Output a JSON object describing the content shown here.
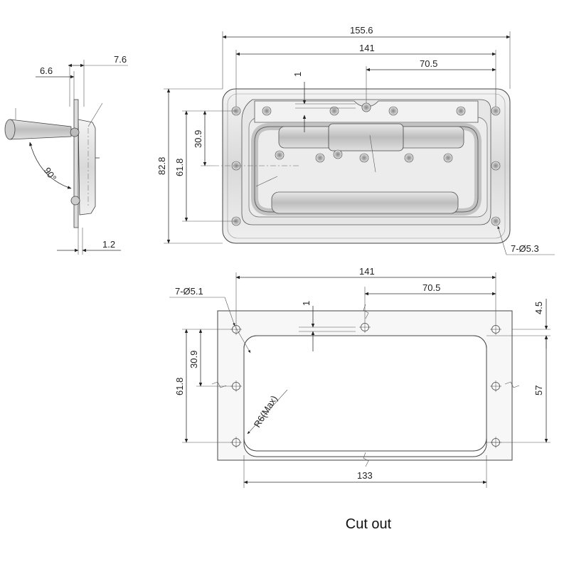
{
  "side_view": {
    "dim_top_left": "6.6",
    "dim_top_right": "7.6",
    "dim_bottom": "1.2",
    "angle": "90°"
  },
  "front_view": {
    "overall_width": "155.6",
    "hole_pitch_width": "141",
    "half_pitch": "70.5",
    "offset_small": "1",
    "overall_height": "82.8",
    "hole_pitch_height": "61.8",
    "half_height": "30.9",
    "hole_callout": "7-Ø5.3"
  },
  "cutout_view": {
    "hole_pitch_width": "141",
    "half_pitch": "70.5",
    "offset_small": "1",
    "hole_callout": "7-Ø5.1",
    "edge_offset": "4.5",
    "hole_pitch_height": "61.8",
    "half_height": "30.9",
    "opening_height": "57",
    "opening_width": "133",
    "corner_radius": "R6(Max)"
  },
  "caption": "Cut out"
}
